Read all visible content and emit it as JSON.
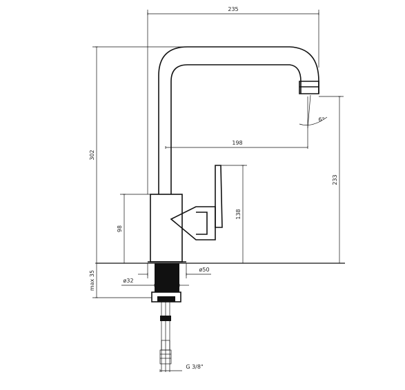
{
  "dimensions": {
    "width_total": "235",
    "height_total": "302",
    "spout_reach": "198",
    "spout_height": "233",
    "spout_angle": "6°",
    "handle_height": "138",
    "body_height": "98",
    "max_deck": "max 35",
    "shank_diameter": "ø32",
    "base_diameter": "ø50",
    "hose_thread": "G 3/8\""
  }
}
